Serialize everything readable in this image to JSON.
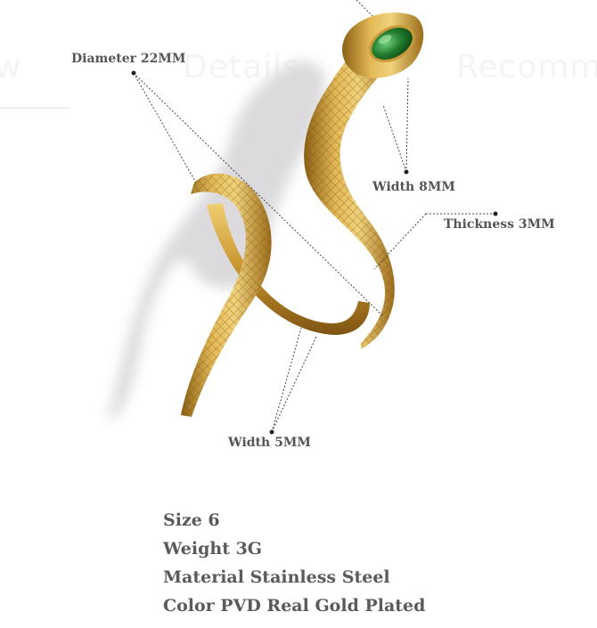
{
  "ghost_tabs": [
    "w",
    "Details",
    "Recomm"
  ],
  "dimensions": {
    "diameter": "Diameter 22MM",
    "head_width": "Width 8MM",
    "thickness": "Thickness 3MM",
    "band_width": "Width 5MM"
  },
  "specs": [
    "Size 6",
    "Weight 3G",
    "Material Stainless Steel",
    "Color PVD Real Gold Plated"
  ],
  "colors": {
    "gold": "#c9962e",
    "gold_light": "#e8c46a",
    "gold_dark": "#8a5f14",
    "gem": "#1f7a2c",
    "shadow": "#d9d7da",
    "label": "#555555",
    "leader_line": "#444444"
  }
}
